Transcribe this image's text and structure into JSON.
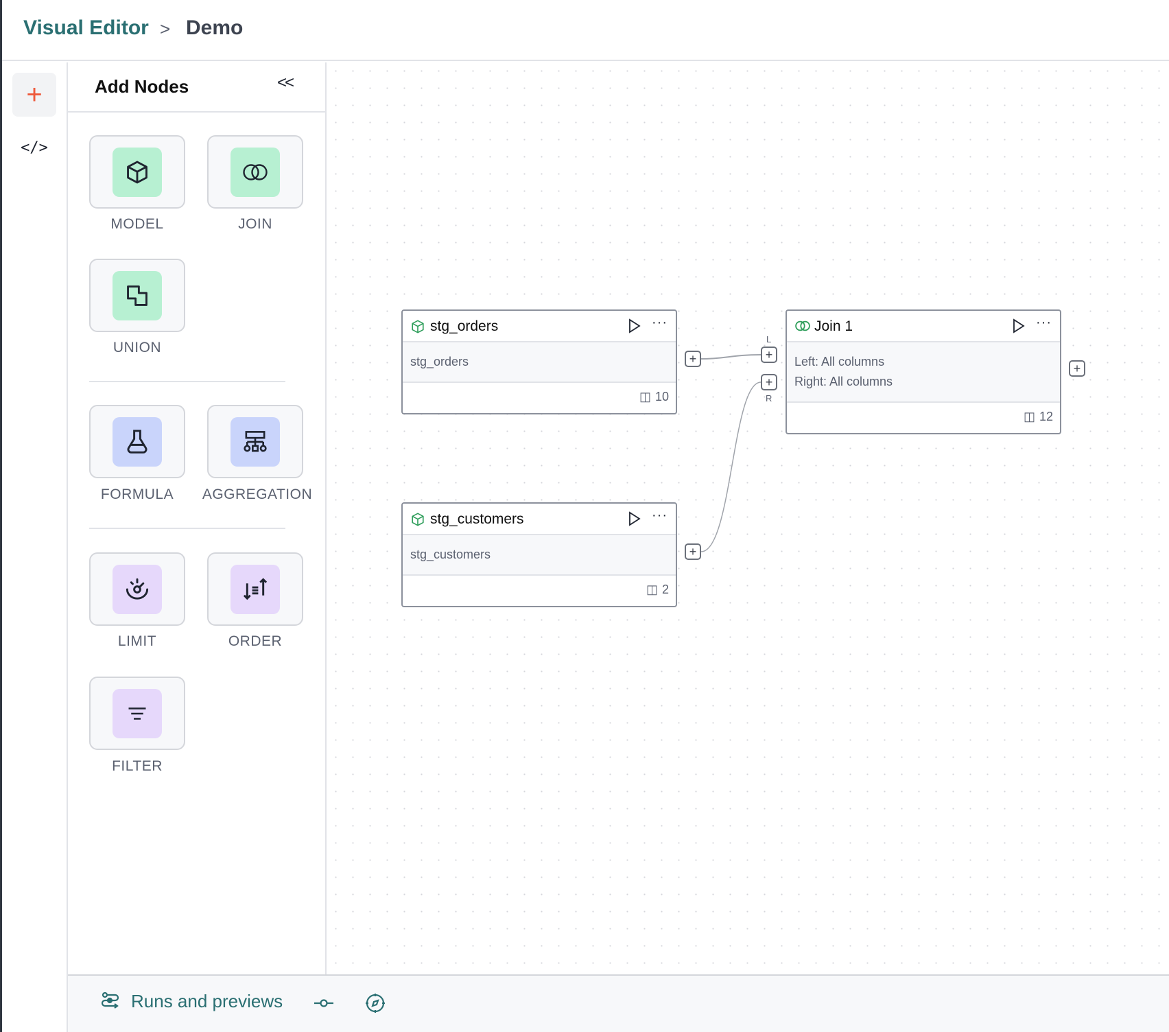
{
  "header": {
    "breadcrumb_root": "Visual Editor",
    "separator": ">",
    "breadcrumb_current": "Demo"
  },
  "rail": {
    "add_icon": "plus-icon",
    "code_icon": "code-icon",
    "add_label": "+",
    "code_label": "</>"
  },
  "panel": {
    "title": "Add Nodes",
    "collapse_label": "<<",
    "groups": [
      [
        {
          "label": "MODEL",
          "icon": "cube-icon",
          "color": "#b7f0d2"
        },
        {
          "label": "JOIN",
          "icon": "join-icon",
          "color": "#b7f0d2"
        },
        {
          "label": "UNION",
          "icon": "union-icon",
          "color": "#b7f0d2"
        }
      ],
      [
        {
          "label": "FORMULA",
          "icon": "flask-icon",
          "color": "#c9d4fb"
        },
        {
          "label": "AGGREGATION",
          "icon": "hierarchy-icon",
          "color": "#c9d4fb"
        }
      ],
      [
        {
          "label": "LIMIT",
          "icon": "gauge-icon",
          "color": "#e6d8fb"
        },
        {
          "label": "ORDER",
          "icon": "sort-icon",
          "color": "#e6d8fb"
        },
        {
          "label": "FILTER",
          "icon": "filter-icon",
          "color": "#e6d8fb"
        }
      ]
    ]
  },
  "canvas": {
    "nodes": [
      {
        "title": "stg_orders",
        "body": [
          "stg_orders"
        ],
        "columns": "10"
      },
      {
        "title": "stg_customers",
        "body": [
          "stg_customers"
        ],
        "columns": "2"
      },
      {
        "title": "Join 1",
        "body": [
          "Left: All columns",
          "Right: All columns"
        ],
        "columns": "12"
      }
    ],
    "port_left_label": "L",
    "port_right_label": "R",
    "port_symbol": "+",
    "more_label": "···"
  },
  "bottom": {
    "runs_label": "Runs and previews"
  },
  "colors": {
    "accent": "#2a6f72",
    "add": "#ee5a3c",
    "model_icon": "#2f9e5b"
  }
}
